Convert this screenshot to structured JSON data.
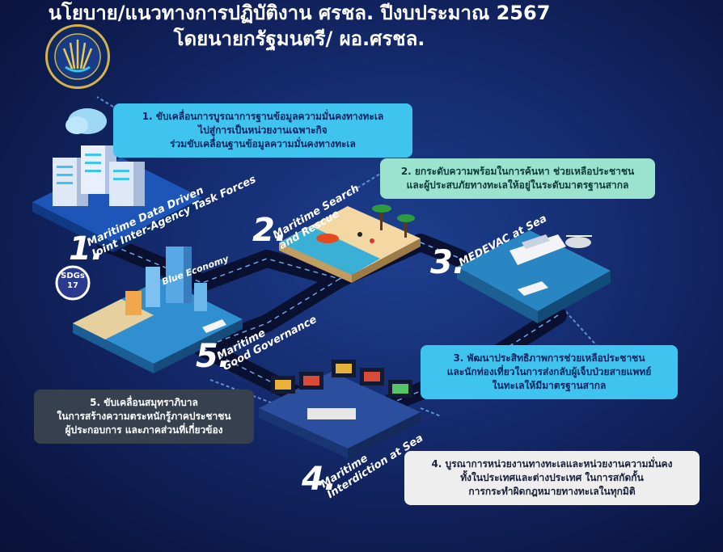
{
  "header": {
    "title_line1": "นโยบาย/แนวทางการปฏิบัติงาน ศรชล. ปีงบประมาณ 2567",
    "title_line2": "โดยนายกรัฐมนตรี/ ผอ.ศรชล."
  },
  "logo": {
    "icon": "thai-maritime-enforcement-seal-icon"
  },
  "policies": [
    {
      "lines": [
        "1. ขับเคลื่อนการบูรณาการฐานข้อมูลความมั่นคงทางทะเล",
        "ไปสู่การเป็นหน่วยงานเฉพาะกิจ",
        "ร่วมขับเคลื่อนฐานข้อมูลความมั่นคงทางทะเล"
      ]
    },
    {
      "lines": [
        "2. ยกระดับความพร้อมในการค้นหา ช่วยเหลือประชาชน",
        "และผู้ประสบภัยทางทะเลให้อยู่ในระดับมาตรฐานสากล"
      ]
    },
    {
      "lines": [
        "3. พัฒนาประสิทธิภาพการช่วยเหลือประชาชน",
        "และนักท่องเที่ยวในการส่งกลับผู้เจ็บป่วยสายแพทย์",
        "ในทะเลให้มีมาตรฐานสากล"
      ]
    },
    {
      "lines": [
        "4. บูรณาการหน่วยงานทางทะเลและหน่วยงานความมั่นคง",
        "ทั้งในประเทศและต่างประเทศ ในการสกัดกั้น",
        "การกระทำผิดกฎหมายทางทะเลในทุกมิติ"
      ]
    },
    {
      "lines": [
        "5. ขับเคลื่อนสมุทราภิบาล",
        "ในการสร้างความตระหนักรู้ภาคประชาชน",
        "ผู้ประกอบการ และภาคส่วนที่เกี่ยวข้อง"
      ]
    }
  ],
  "stages": [
    {
      "number": "1.",
      "label_line1": "Maritime Data Driven",
      "label_line2": "Joint Inter-Agency Task Forces"
    },
    {
      "number": "2.",
      "label_line1": "Maritime Search",
      "label_line2": "and Rescue"
    },
    {
      "number": "3.",
      "label_line1": "MEDEVAC at Sea",
      "label_line2": ""
    },
    {
      "number": "4.",
      "label_line1": "Maritime",
      "label_line2": "Interdiction at Sea"
    },
    {
      "number": "5.",
      "label_line1": "Maritime",
      "label_line2": "Good Governance"
    }
  ],
  "badges": {
    "sdgs": "SDGs",
    "sdgs_num": "17",
    "blue": "Blue Economy"
  },
  "colors": {
    "box_blue": "#3ec4ef",
    "box_teal": "#9be3cf",
    "box_grey": "#eeeeee",
    "box_dark": "#37404f",
    "path": "#0a1030"
  }
}
